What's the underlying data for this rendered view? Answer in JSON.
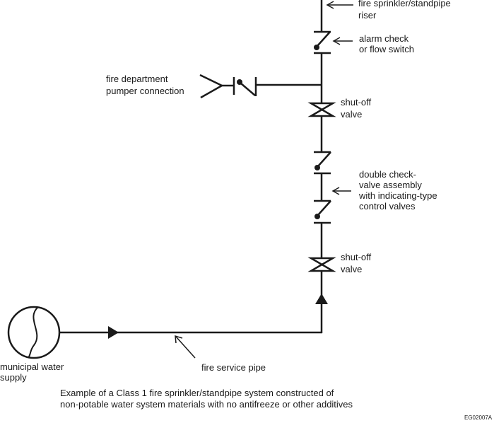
{
  "labels": {
    "riser": [
      "fire sprinkler/standpipe",
      "riser"
    ],
    "alarm": [
      "alarm check",
      "or flow switch"
    ],
    "pumper": [
      "fire department",
      "pumper connection"
    ],
    "shutoff_top": [
      "shut-off",
      "valve"
    ],
    "double_check": [
      "double check-",
      "valve assembly",
      "with indicating-type",
      "control valves"
    ],
    "shutoff_bottom": [
      "shut-off",
      "valve"
    ],
    "supply": [
      "municipal water",
      "supply"
    ],
    "service_pipe": "fire service pipe"
  },
  "caption": [
    "Example of a Class 1 fire sprinkler/standpipe system constructed of",
    "non-potable water system materials with no antifreeze or other additives"
  ],
  "figure_code": "EG02007A",
  "colors": {
    "line": "#1a1a1a",
    "background": "#ffffff"
  }
}
